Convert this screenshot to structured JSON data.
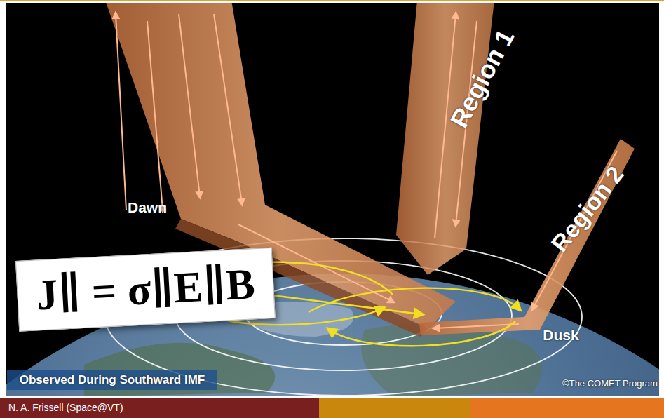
{
  "diagram": {
    "nodes": [
      {
        "text": [
          "J∥ = σ∥E∥B"
        ]
      },
      {
        "text": [
          "N. A. Frissell (Space@VT)"
        ]
      }
    ],
    "labels": [
      "Region 1",
      "Region 2",
      "Dawn",
      "Dusk",
      "Observed During Southward IMF",
      "©The COMET Program"
    ]
  }
}
